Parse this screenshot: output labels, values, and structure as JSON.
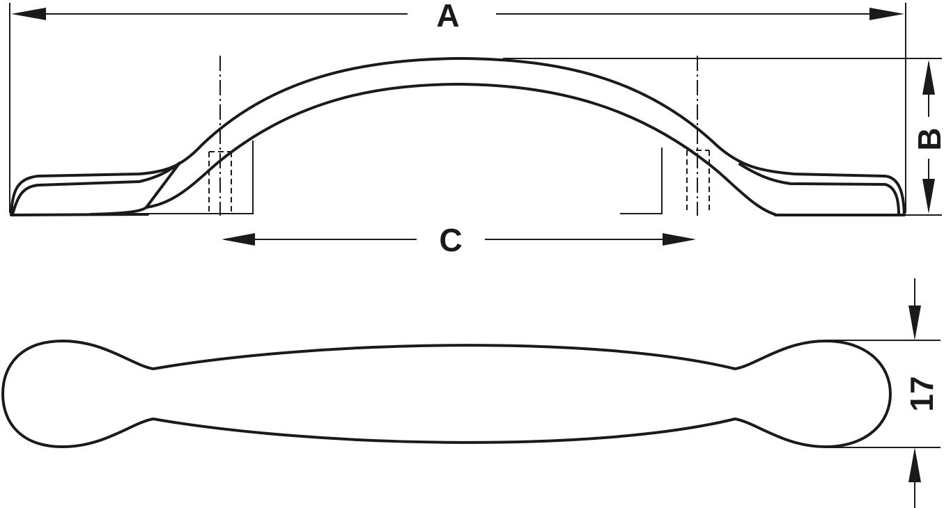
{
  "dimensions": {
    "a_label": "A",
    "b_label": "B",
    "c_label": "C",
    "width_value": "17"
  },
  "colors": {
    "line": "#1a1a1a",
    "background": "#ffffff"
  }
}
